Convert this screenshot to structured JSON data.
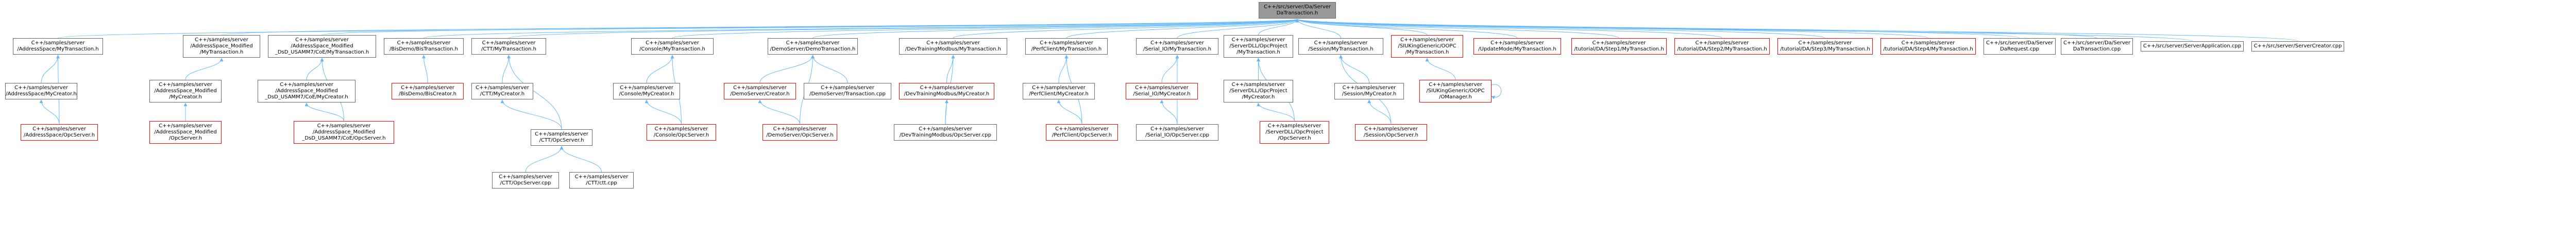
{
  "colors": {
    "edge": "#63b8ff",
    "node_border": "#666666",
    "red_border": "#ff0000",
    "root_fill": "#999999"
  },
  "nodes": {
    "root": {
      "lines": [
        "C++/src/server/Da/Server",
        "DaTransaction.h"
      ]
    },
    "ae_tx": {
      "lines": [
        "C++/samples/server",
        "/AddressSpace/MyTransaction.h"
      ]
    },
    "aem_tx": {
      "lines": [
        "C++/samples/server",
        "/AddressSpace_Modified",
        "/MyTransaction.h"
      ]
    },
    "aemd_tx": {
      "lines": [
        "C++/samples/server",
        "/AddressSpace_Modified",
        "_DsD_USAMM7/CoE/MyTransaction.h"
      ]
    },
    "bio_tx": {
      "lines": [
        "C++/samples/server",
        "/BisDemo/BisTransaction.h"
      ]
    },
    "ctt_tx": {
      "lines": [
        "C++/samples/server",
        "/CTT/MyTransaction.h"
      ]
    },
    "con_tx": {
      "lines": [
        "C++/samples/server",
        "/Console/MyTransaction.h"
      ]
    },
    "demo_tx": {
      "lines": [
        "C++/samples/server",
        "/DemoServer/DemoTransaction.h"
      ]
    },
    "dtm_tx": {
      "lines": [
        "C++/samples/server",
        "/DevTrainingModbus/MyTransaction.h"
      ]
    },
    "perf_tx": {
      "lines": [
        "C++/samples/server",
        "/PerfClient/MyTransaction.h"
      ]
    },
    "ser_tx": {
      "lines": [
        "C++/samples/server",
        "/Serial_IO/MyTransaction.h"
      ]
    },
    "sdl_tx": {
      "lines": [
        "C++/samples/server",
        "/ServerDLL/OpcProject",
        "/MyTransaction.h"
      ]
    },
    "ses_tx": {
      "lines": [
        "C++/samples/server",
        "/Session/MyTransaction.h"
      ]
    },
    "sdk_tx": {
      "lines": [
        "C++/samples/server",
        "/SIUKingGeneric/OOPC",
        "/MyTransaction.h"
      ]
    },
    "upd_tx": {
      "lines": [
        "C++/samples/server",
        "/UpdateMode/MyTransaction.h"
      ]
    },
    "t1_tx": {
      "lines": [
        "C++/samples/server",
        "/tutorial/DA/Step1/MyTransaction.h"
      ]
    },
    "t2_tx": {
      "lines": [
        "C++/samples/server",
        "/tutorial/DA/Step2/MyTransaction.h"
      ]
    },
    "t3_tx": {
      "lines": [
        "C++/samples/server",
        "/tutorial/DA/Step3/MyTransaction.h"
      ]
    },
    "t4_tx": {
      "lines": [
        "C++/samples/server",
        "/tutorial/DA/Step4/MyTransaction.h"
      ]
    },
    "darq": {
      "lines": [
        "C++/src/server/Da/Server",
        "DaRequest.cpp"
      ]
    },
    "datx_cpp": {
      "lines": [
        "C++/src/server/Da/Server",
        "DaTransaction.cpp"
      ]
    },
    "srvapp": {
      "lines": [
        "C++/src/server/ServerApplication.cpp"
      ]
    },
    "srvcr": {
      "lines": [
        "C++/src/server/ServerCreator.cpp"
      ]
    },
    "ae_cr": {
      "lines": [
        "C++/samples/server",
        "/AddressSpace/MyCreator.h"
      ]
    },
    "aem_cr": {
      "lines": [
        "C++/samples/server",
        "/AddressSpace_Modified",
        "/MyCreator.h"
      ]
    },
    "aemd_cr": {
      "lines": [
        "C++/samples/server",
        "/AddressSpace_Modified",
        "_DsD_USAMM7/CoE/MyCreator.h"
      ]
    },
    "bio_cr": {
      "lines": [
        "C++/samples/server",
        "/BisDemo/BisCreator.h"
      ]
    },
    "ctt_cr": {
      "lines": [
        "C++/samples/server",
        "/CTT/MyCreator.h"
      ]
    },
    "con_cr": {
      "lines": [
        "C++/samples/server",
        "/Console/MyCreator.h"
      ]
    },
    "demo_cr": {
      "lines": [
        "C++/samples/server",
        "/DemoServer/Creator.h"
      ]
    },
    "demo_cpp": {
      "lines": [
        "C++/samples/server",
        "/DemoServer/Transaction.cpp"
      ]
    },
    "dtm_cr": {
      "lines": [
        "C++/samples/server",
        "/DevTrainingModbus/MyCreator.h"
      ]
    },
    "perf_cr": {
      "lines": [
        "C++/samples/server",
        "/PerfClient/MyCreator.h"
      ]
    },
    "ser_cr": {
      "lines": [
        "C++/samples/server",
        "/Serial_IO/MyCreator.h"
      ]
    },
    "sdl_cr": {
      "lines": [
        "C++/samples/server",
        "/ServerDLL/OpcProject",
        "/MyCreator.h"
      ]
    },
    "ses_cr": {
      "lines": [
        "C++/samples/server",
        "/Session/MyCreator.h"
      ]
    },
    "sdk_mgr": {
      "lines": [
        "C++/samples/server",
        "/SIUKingGeneric/OOPC",
        "/OManager.h"
      ]
    },
    "ae_srv": {
      "lines": [
        "C++/samples/server",
        "/AddressSpace/OpcServer.h"
      ]
    },
    "aem_srv": {
      "lines": [
        "C++/samples/server",
        "/AddressSpace_Modified",
        "/OpcServer.h"
      ]
    },
    "aemd_srv": {
      "lines": [
        "C++/samples/server",
        "/AddressSpace_Modified",
        "_DsD_USAMM7/CoE/OpcServer.h"
      ]
    },
    "ctt_srv": {
      "lines": [
        "C++/samples/server",
        "/CTT/OpcServer.h"
      ]
    },
    "con_srv": {
      "lines": [
        "C++/samples/server",
        "/Console/OpcServer.h"
      ]
    },
    "demo_srv": {
      "lines": [
        "C++/samples/server",
        "/DemoServer/OpcServer.h"
      ]
    },
    "dtm_srv": {
      "lines": [
        "C++/samples/server",
        "/DevTrainingModbus/OpcServer.cpp"
      ]
    },
    "perf_srv": {
      "lines": [
        "C++/samples/server",
        "/PerfClient/OpcServer.h"
      ]
    },
    "ser_srv": {
      "lines": [
        "C++/samples/server",
        "/Serial_IO/OpcServer.cpp"
      ]
    },
    "sdl_srv": {
      "lines": [
        "C++/samples/server",
        "/ServerDLL/OpcProject",
        "/OpcServer.h"
      ]
    },
    "ses_srv": {
      "lines": [
        "C++/samples/server",
        "/Session/OpcServer.h"
      ]
    },
    "ctt_srvcpp": {
      "lines": [
        "C++/samples/server",
        "/CTT/OpcServer.cpp"
      ]
    },
    "ctt_cpp": {
      "lines": [
        "C++/samples/server",
        "/CTT/ctt.cpp"
      ]
    }
  }
}
